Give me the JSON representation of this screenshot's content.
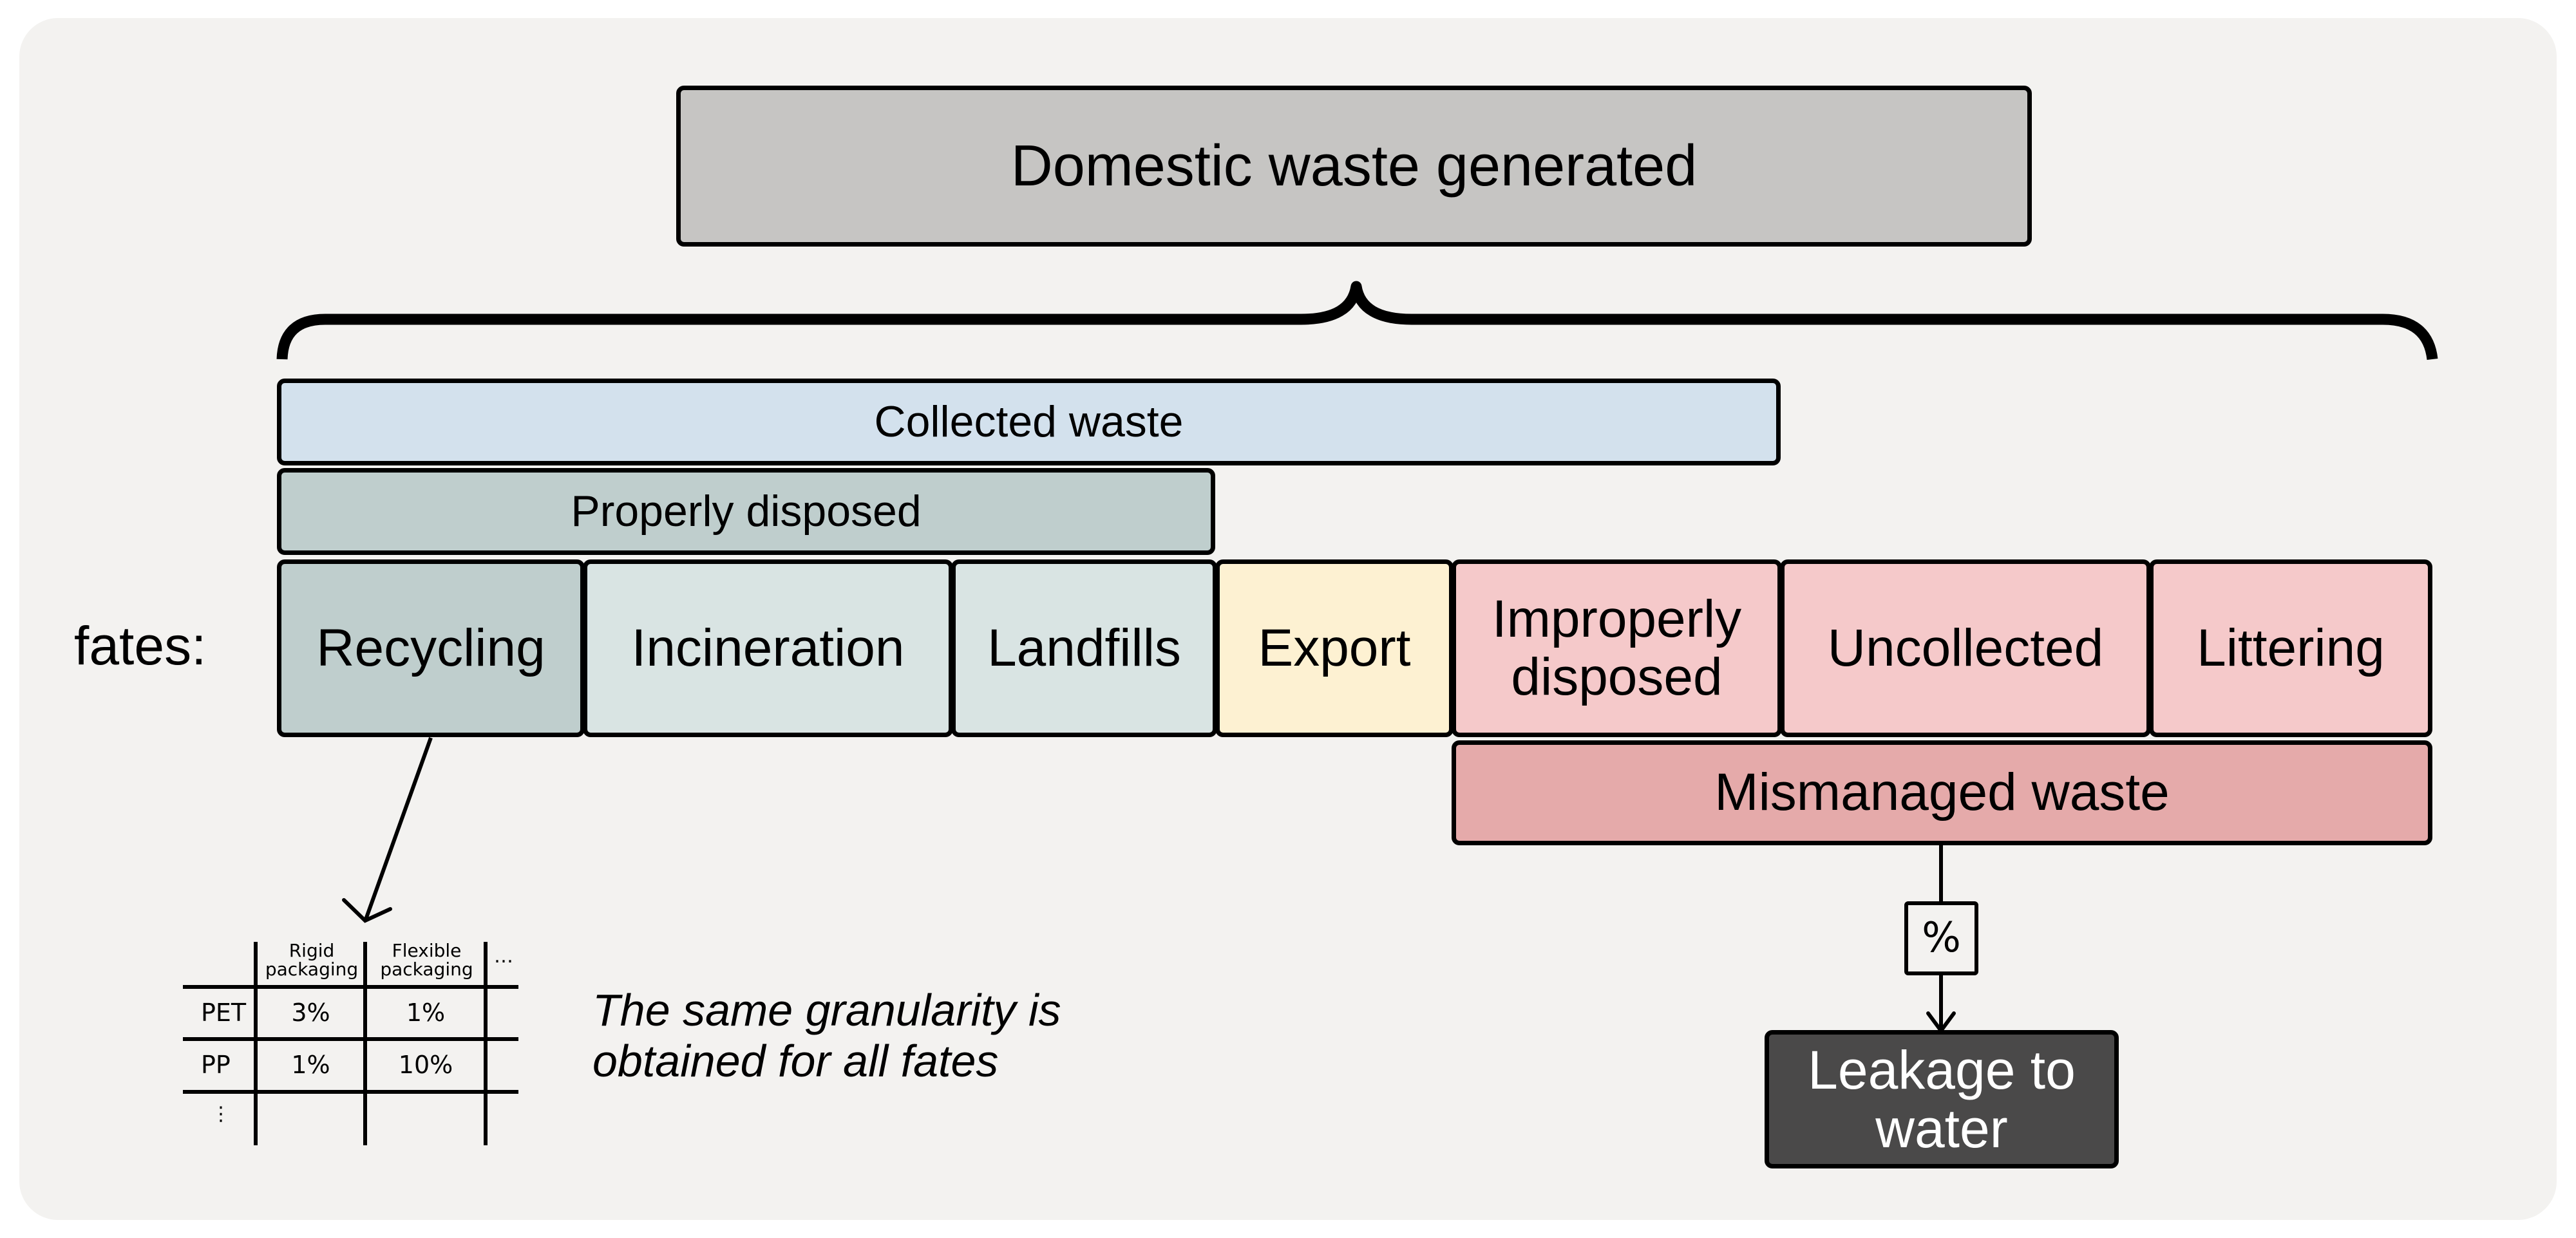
{
  "colors": {
    "background": "#f3f2f0",
    "generated": "#c6c5c3",
    "collected": "#d3e1ed",
    "properly_disposed": "#bfcecd",
    "recycling": "#bfcecd",
    "incineration": "#d9e4e3",
    "landfills": "#d9e4e3",
    "export": "#fdf1d2",
    "mismanaged_fates": "#f5c9ca",
    "mismanaged_waste": "#e5aaaa",
    "leakage": "#4a4949",
    "stroke": "#000000"
  },
  "top": {
    "title": "Domestic waste generated"
  },
  "groups": {
    "collected": "Collected waste",
    "properly_disposed": "Properly disposed",
    "mismanaged": "Mismanaged waste"
  },
  "fates_label": "fates:",
  "fates": [
    {
      "id": "recycling",
      "label": "Recycling"
    },
    {
      "id": "incineration",
      "label": "Incineration"
    },
    {
      "id": "landfills",
      "label": "Landfills"
    },
    {
      "id": "export",
      "label": "Export"
    },
    {
      "id": "improperly-disposed",
      "label": "Improperly disposed"
    },
    {
      "id": "uncollected",
      "label": "Uncollected"
    },
    {
      "id": "littering",
      "label": "Littering"
    }
  ],
  "granularity_table": {
    "columns": [
      "Rigid packaging",
      "Flexible packaging",
      "…"
    ],
    "rows": [
      {
        "label": "PET",
        "values": [
          "3%",
          "1%"
        ]
      },
      {
        "label": "PP",
        "values": [
          "1%",
          "10%"
        ]
      },
      {
        "label": "⋮",
        "values": [
          "",
          ""
        ]
      }
    ]
  },
  "note": "The same granularity is obtained for all fates",
  "percent_box": "%",
  "leakage": "Leakage to water"
}
